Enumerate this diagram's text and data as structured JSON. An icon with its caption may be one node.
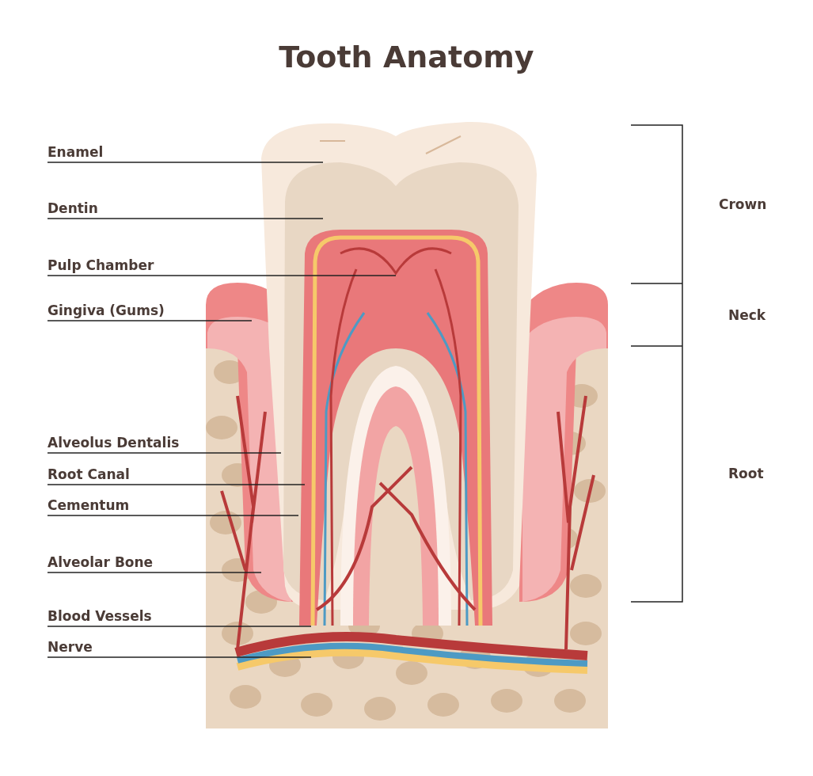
{
  "diagram": {
    "title": "Tooth Anatomy",
    "nodes": [
      {
        "text": [
          "Enamel"
        ]
      },
      {
        "text": [
          "Dentin"
        ]
      },
      {
        "text": [
          "Pulp Chamber"
        ]
      },
      {
        "text": [
          "Gingiva (Gums)"
        ]
      },
      {
        "text": [
          "Alveolus Dentalis"
        ]
      },
      {
        "text": [
          "Root Canal"
        ]
      },
      {
        "text": [
          "Cementum"
        ]
      },
      {
        "text": [
          "Alveolar Bone"
        ]
      },
      {
        "text": [
          "Blood Vessels"
        ]
      },
      {
        "text": [
          "Nerve"
        ]
      }
    ],
    "edges": [
      {
        "from": 0,
        "to": null,
        "arrow": "none"
      },
      {
        "from": 1,
        "to": null,
        "arrow": "none"
      },
      {
        "from": 2,
        "to": null,
        "arrow": "none"
      },
      {
        "from": 3,
        "to": null,
        "arrow": "none"
      },
      {
        "from": 4,
        "to": null,
        "arrow": "none"
      },
      {
        "from": 5,
        "to": null,
        "arrow": "none"
      },
      {
        "from": 6,
        "to": null,
        "arrow": "none"
      },
      {
        "from": 7,
        "to": null,
        "arrow": "none"
      },
      {
        "from": 8,
        "to": null,
        "arrow": "none"
      },
      {
        "from": 9,
        "to": null,
        "arrow": "none"
      }
    ],
    "labels": [
      "Crown",
      "Neck",
      "Root"
    ]
  }
}
